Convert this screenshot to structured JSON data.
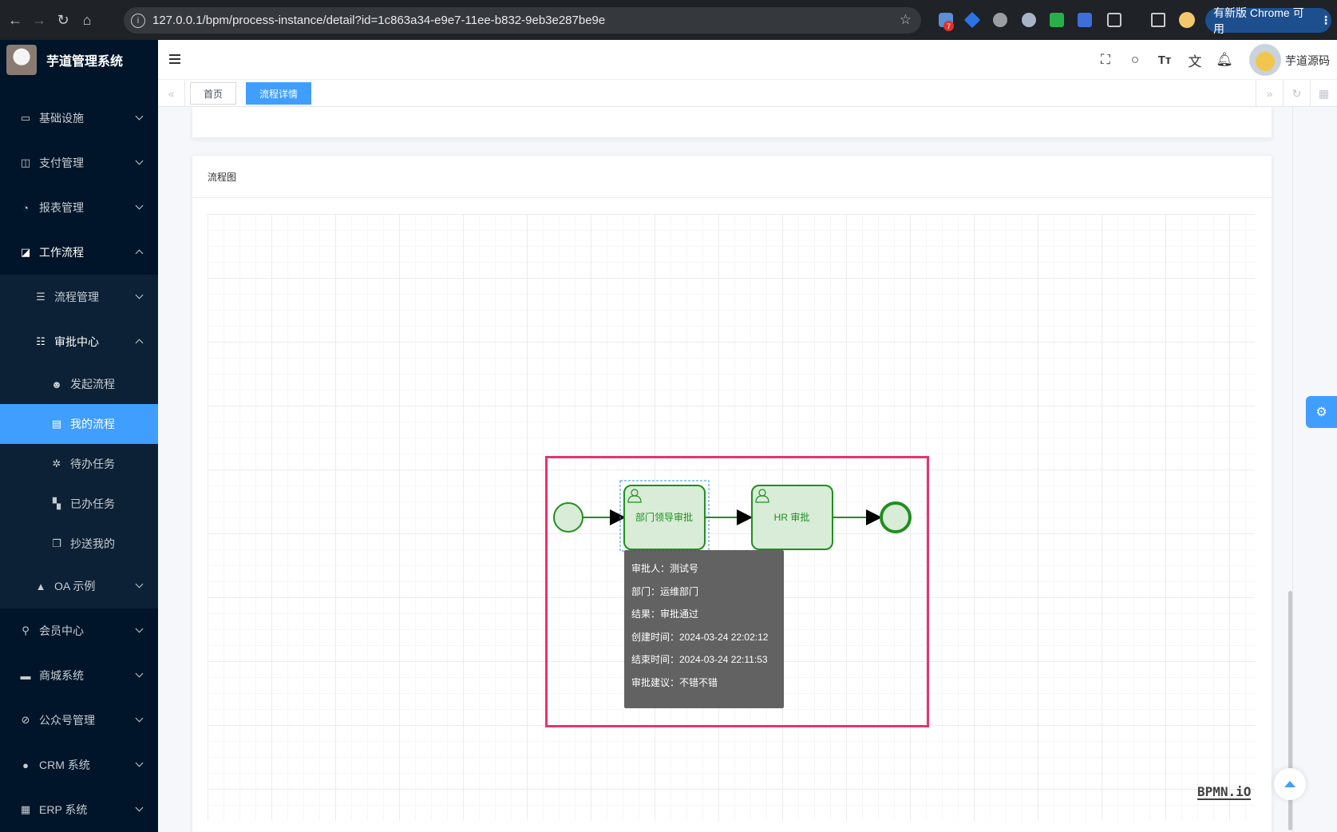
{
  "browser": {
    "url": "127.0.0.1/bpm/process-instance/detail?id=1c863a34-e9e7-11ee-b832-9eb3e287be9e",
    "update_label": "有新版 Chrome 可用",
    "ext_badge": "7"
  },
  "sidebar": {
    "brand_title": "芋道管理系统",
    "items": {
      "infra": "基础设施",
      "pay": "支付管理",
      "report": "报表管理",
      "workflow": "工作流程",
      "process_manage": "流程管理",
      "approval_center": "审批中心",
      "start_process": "发起流程",
      "my_process": "我的流程",
      "todo": "待办任务",
      "done": "已办任务",
      "copy": "抄送我的",
      "oa": "OA 示例",
      "member": "会员中心",
      "mall": "商城系统",
      "mp": "公众号管理",
      "crm": "CRM 系统",
      "erp": "ERP 系统"
    }
  },
  "header": {
    "user_name": "芋道源码"
  },
  "tags": {
    "home": "首页",
    "detail": "流程详情"
  },
  "card": {
    "title": "流程图"
  },
  "diagram": {
    "task1": "部门领导审批",
    "task2": "HR 审批",
    "tooltip": {
      "approver": "审批人：测试号",
      "dept": "部门：运维部门",
      "result": "结果：审批通过",
      "created": "创建时间：2024-03-24 22:02:12",
      "ended": "结束时间：2024-03-24 22:11:53",
      "comment": "审批建议：不错不错"
    },
    "colors": {
      "done_fill": "#d8ecd7",
      "done_stroke": "#1f8f1f",
      "highlight": "#e8336d"
    }
  },
  "bpmn_logo": "BPMN.iO"
}
